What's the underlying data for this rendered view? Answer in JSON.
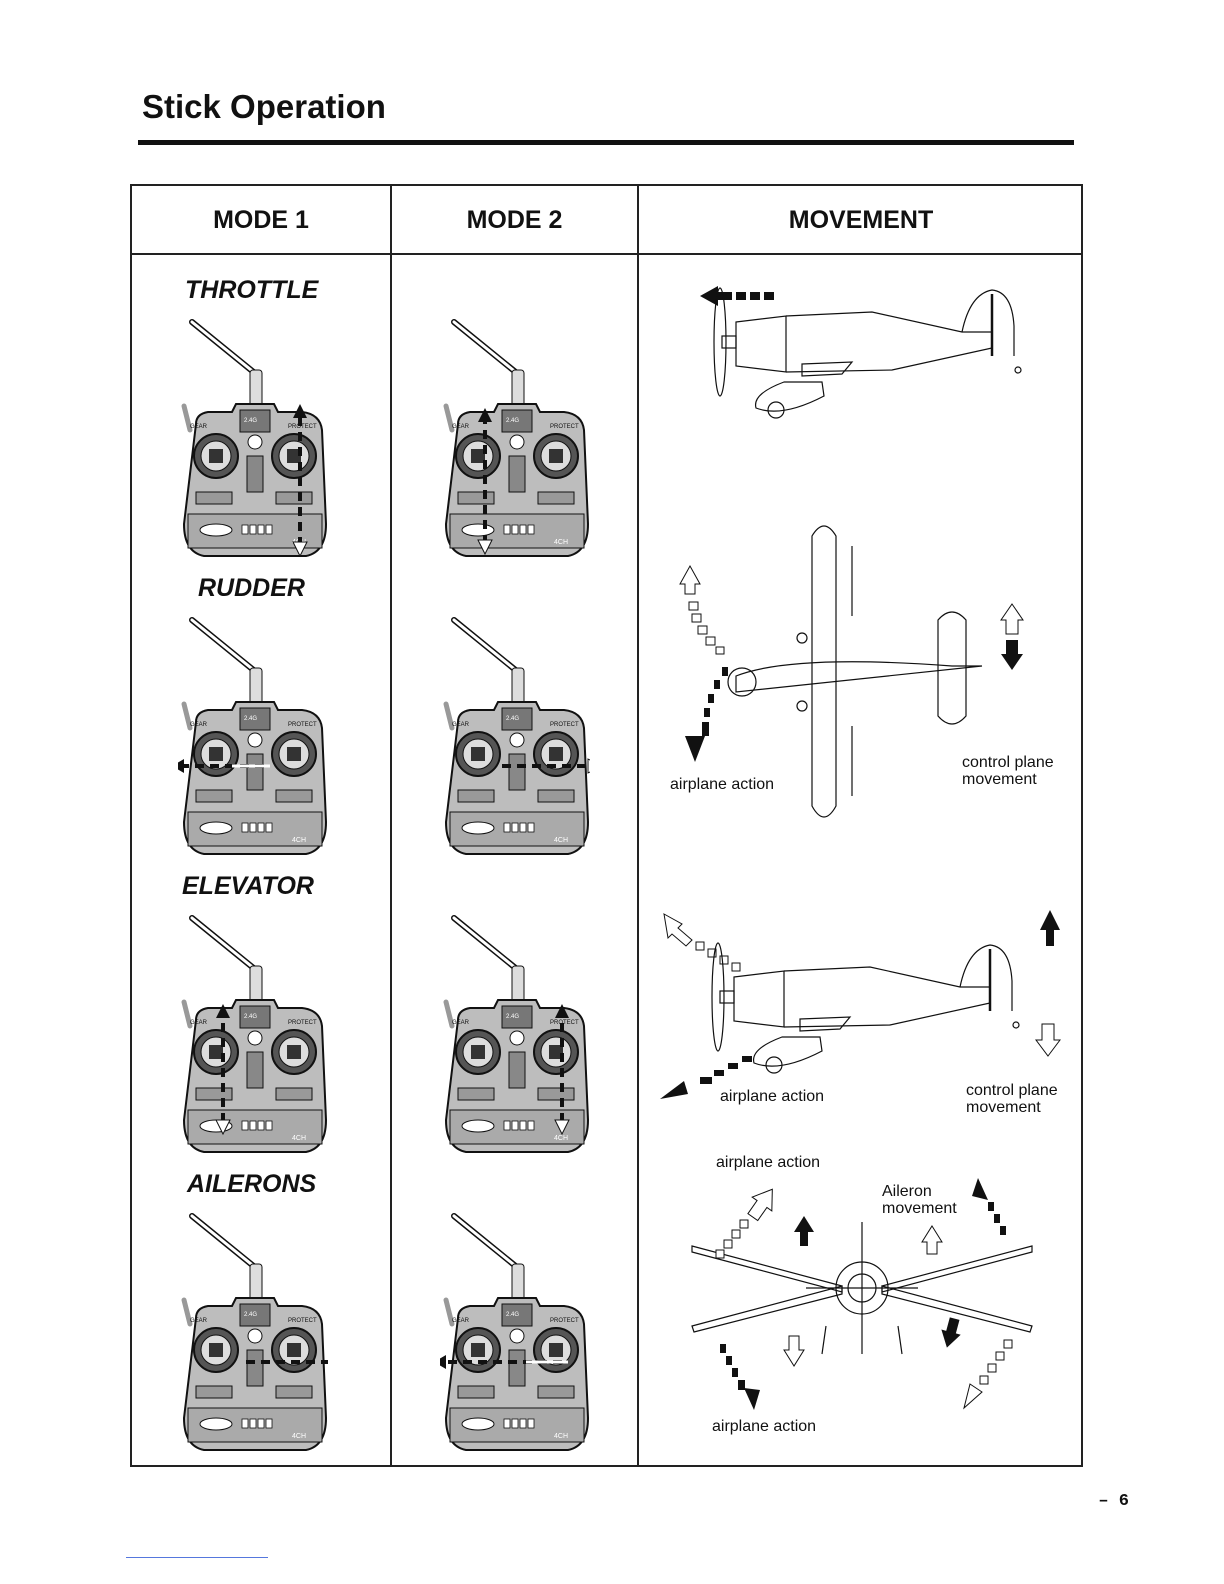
{
  "header": {
    "title": "Stick Operation"
  },
  "table": {
    "columns": [
      "MODE 1",
      "MODE 2",
      "MOVEMENT"
    ],
    "rows": [
      {
        "label": "THROTTLE"
      },
      {
        "label": "RUDDER",
        "captions": {
          "airplane_action": "airplane action",
          "control_plane_line1": "control plane",
          "control_plane_line2": "movement"
        }
      },
      {
        "label": "ELEVATOR",
        "captions": {
          "airplane_action": "airplane action",
          "control_plane_line1": "control plane",
          "control_plane_line2": "movement"
        }
      },
      {
        "label": "AILERONS",
        "captions": {
          "airplane_action_top": "airplane action",
          "aileron_line1": "Aileron",
          "aileron_line2": "movement",
          "airplane_action_bottom": "airplane action"
        }
      }
    ]
  },
  "transmitter": {
    "panel_left": "GEAR",
    "panel_right": "PROTECT",
    "display": "2.4G",
    "channels": "4CH"
  },
  "footer": {
    "page_number": "– 6"
  }
}
